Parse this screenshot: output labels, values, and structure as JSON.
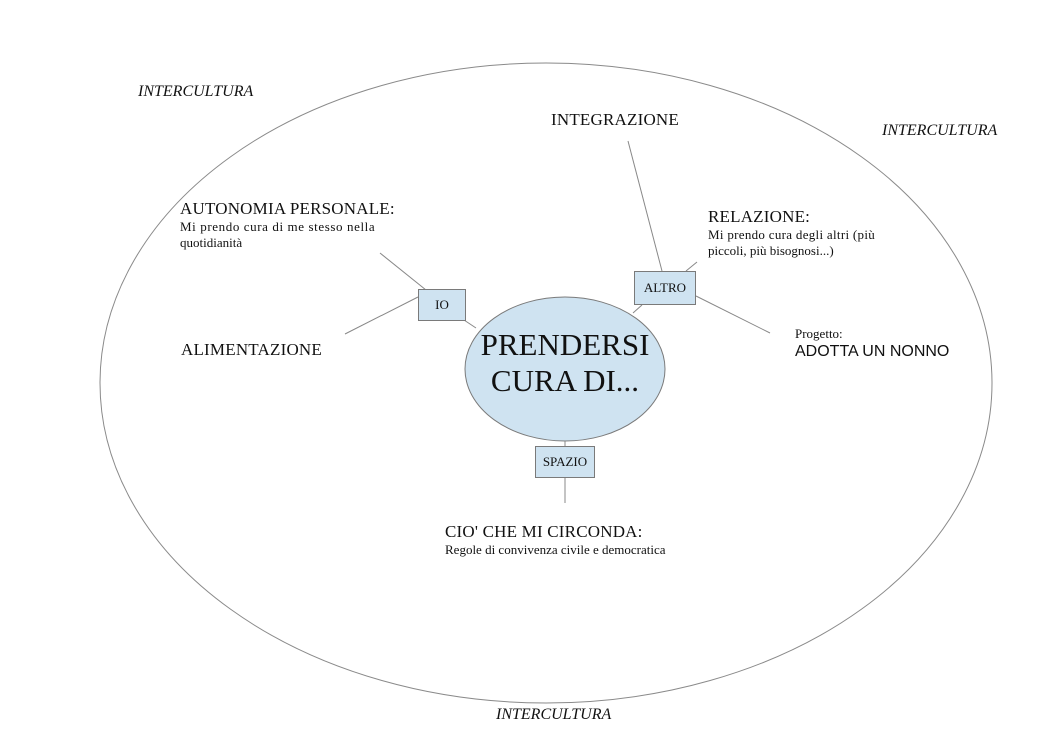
{
  "center": {
    "line1": "PRENDERSI",
    "line2": "CURA DI..."
  },
  "context_labels": [
    "INTERCULTURA",
    "INTERCULTURA",
    "INTERCULTURA"
  ],
  "boxes": {
    "io": "IO",
    "altro": "ALTRO",
    "spazio": "SPAZIO"
  },
  "io": {
    "autonomia_title": "AUTONOMIA PERSONALE:",
    "autonomia_desc_line1": "Mi prendo cura di me stesso nella",
    "autonomia_desc_line2": "quotidianità",
    "alimentazione": "ALIMENTAZIONE"
  },
  "altro": {
    "integrazione": "INTEGRAZIONE",
    "relazione_title": "RELAZIONE:",
    "relazione_desc_line1": "Mi prendo cura degli altri (più",
    "relazione_desc_line2": "piccoli, più bisognosi...)",
    "progetto_label": "Progetto:",
    "progetto_name": "ADOTTA UN NONNO"
  },
  "spazio": {
    "title": "CIO' CHE MI CIRCONDA:",
    "desc": "Regole di convivenza civile e democratica"
  },
  "colors": {
    "node_fill": "#cfe3f1",
    "line": "#888888",
    "outline": "#7a7a7a"
  }
}
